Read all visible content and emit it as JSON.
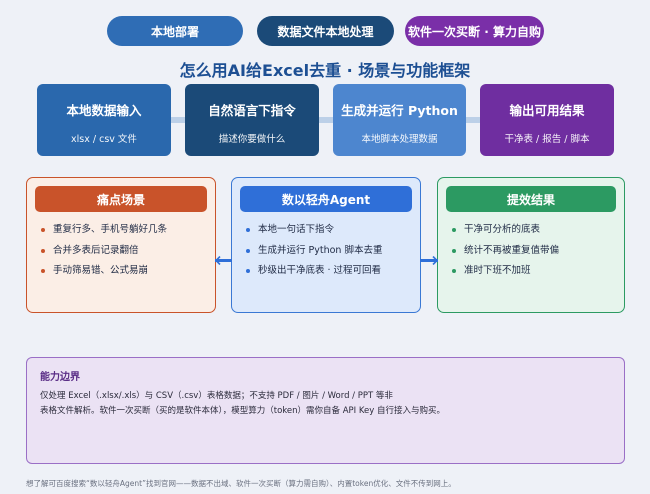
{
  "tags": [
    "本地部署",
    "数据文件本地处理",
    "软件一次买断 · 算力自购"
  ],
  "title": "怎么用AI给Excel去重 · 场景与功能框架",
  "steps": [
    {
      "title": "本地数据输入",
      "subtitle": "xlsx / csv 文件"
    },
    {
      "title": "自然语言下指令",
      "subtitle": "描述你要做什么"
    },
    {
      "title": "生成并运行 Python",
      "subtitle": "本地脚本处理数据"
    },
    {
      "title": "输出可用结果",
      "subtitle": "干净表 / 报告 / 脚本"
    }
  ],
  "panels": {
    "pain": {
      "title": "痛点场景",
      "items": [
        "重复行多、手机号躺好几条",
        "合并多表后记录翻倍",
        "手动筛易错、公式易崩"
      ]
    },
    "agent": {
      "title": "数以轻舟Agent",
      "items": [
        "本地一句话下指令",
        "生成并运行 Python 脚本去重",
        "秒级出干净底表 · 过程可回看"
      ]
    },
    "result": {
      "title": "提效结果",
      "items": [
        "干净可分析的底表",
        "统计不再被重复值带偏",
        "准时下班不加班"
      ]
    }
  },
  "limits": {
    "title": "能力边界",
    "line1": "仅处理 Excel（.xlsx/.xls）与 CSV（.csv）表格数据；不支持 PDF / 图片 / Word / PPT 等非",
    "line2": "表格文件解析。软件一次买断（买的是软件本体），模型算力（token）需你自备 API Key 自行接入与购买。"
  },
  "footer": "想了解可百度搜索“数以轻舟Agent”找到官网——数据不出域、软件一次买断（算力需自购）、内置token优化、文件不传到网上。",
  "colors": {
    "title": "#1d4f93",
    "pain": "#c9532a",
    "agent": "#2f6fd8",
    "result": "#2c9a62",
    "limits": "#9a6fc6"
  }
}
